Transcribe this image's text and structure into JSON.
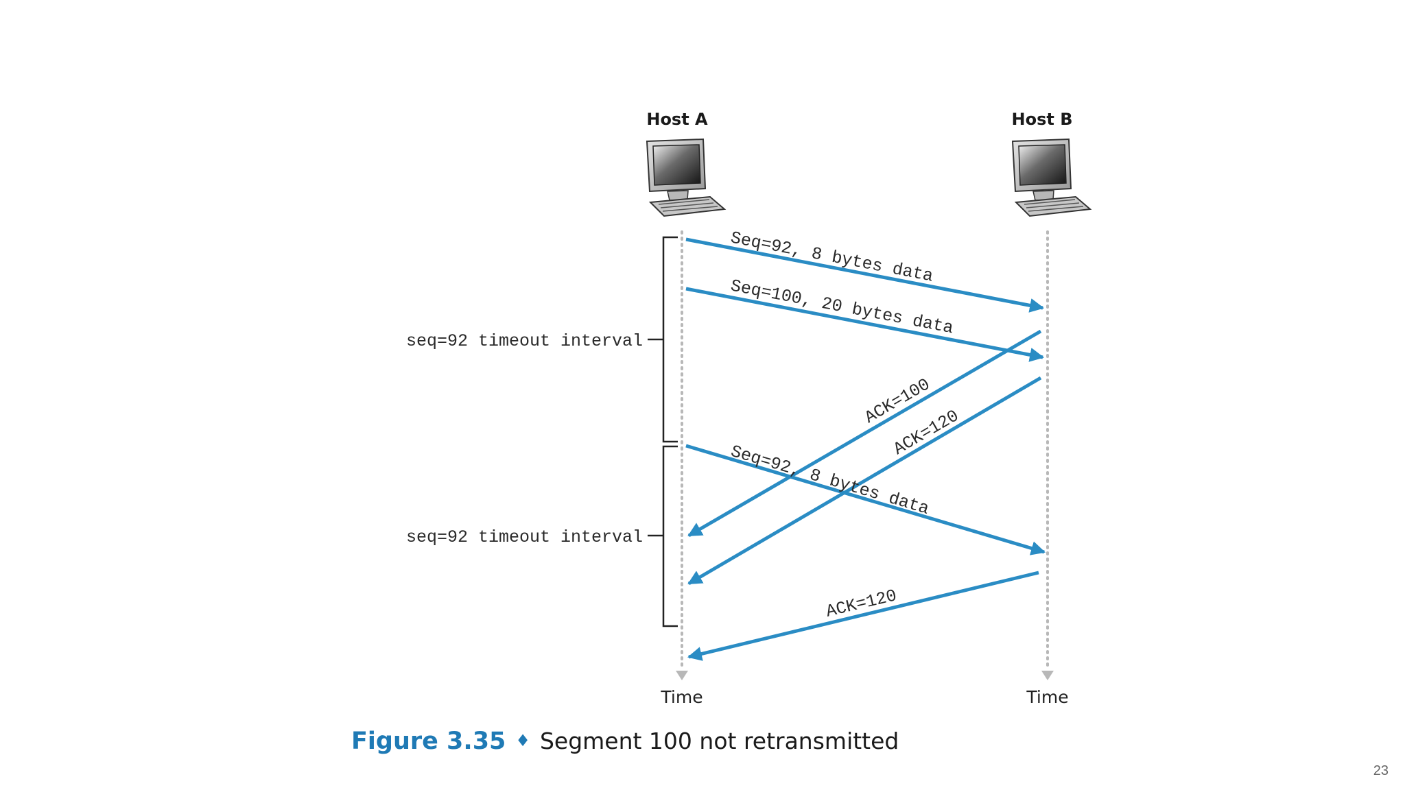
{
  "hosts": {
    "a": {
      "label": "Host A"
    },
    "b": {
      "label": "Host B"
    }
  },
  "time_labels": {
    "a": "Time",
    "b": "Time"
  },
  "timeouts": [
    {
      "label": "seq=92 timeout interval"
    },
    {
      "label": "seq=92 timeout interval"
    }
  ],
  "messages": [
    {
      "label": "Seq=92, 8 bytes data",
      "direction": "A-to-B"
    },
    {
      "label": "Seq=100, 20 bytes data",
      "direction": "A-to-B"
    },
    {
      "label": "ACK=100",
      "direction": "B-to-A"
    },
    {
      "label": "ACK=120",
      "direction": "B-to-A"
    },
    {
      "label": "Seq=92, 8 bytes data",
      "direction": "A-to-B"
    },
    {
      "label": "ACK=120",
      "direction": "B-to-A"
    }
  ],
  "caption": {
    "figure": "Figure 3.35",
    "separator": "♦",
    "text": "Segment 100 not retransmitted"
  },
  "page_number": "23",
  "colors": {
    "arrow": "#2a8cc4",
    "caption_accent": "#1f7ab5"
  }
}
